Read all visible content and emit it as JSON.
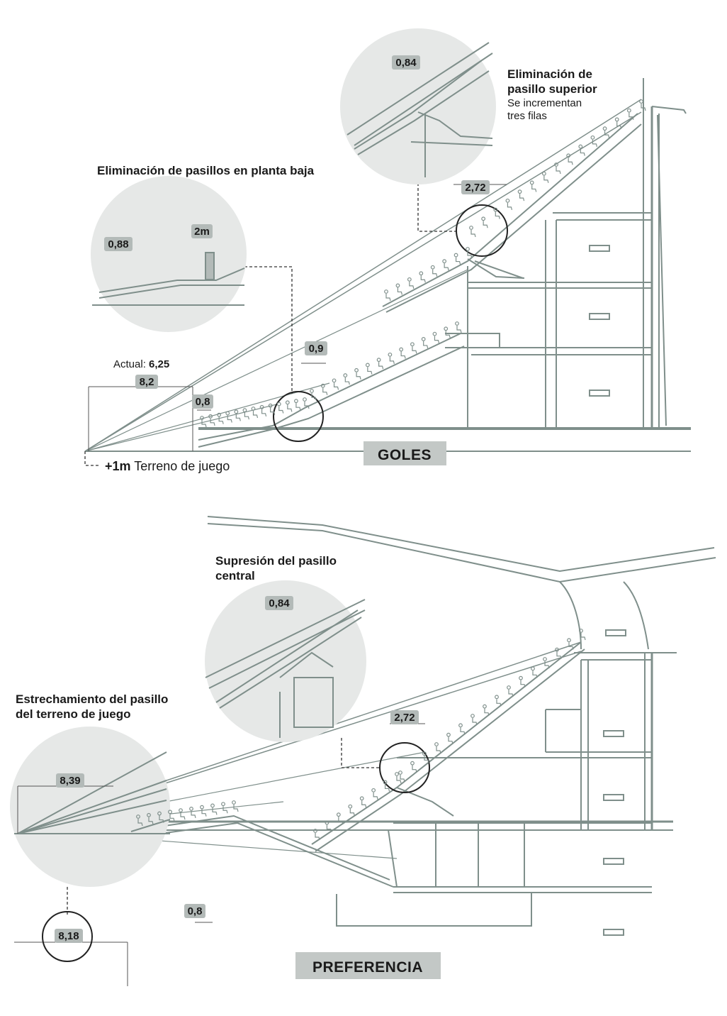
{
  "colors": {
    "structure": "#7f8f8b",
    "circle_fill": "#e6e8e7",
    "badge": "#b3bab8",
    "section_box": "#c3c8c6",
    "ink": "#1a1a1a"
  },
  "goles": {
    "section_label": "GOLES",
    "callout_top_title_1": "Eliminación de",
    "callout_top_title_2": "pasillo superior",
    "callout_top_text_1": "Se incrementan",
    "callout_top_text_2": "tres filas",
    "callout_left_title": "Eliminación de pasillos en planta baja",
    "actual_label": "Actual: ",
    "actual_value": "6,25",
    "ground_strong": "+1m",
    "ground_text": " Terreno de juego",
    "badges": {
      "top_circle": "0,84",
      "left_circle": "0,88",
      "left_circle_2": "2m",
      "upper": "2,72",
      "mid": "0,9",
      "low": "0,8",
      "distance": "8,2"
    }
  },
  "preferencia": {
    "section_label": "PREFERENCIA",
    "callout_mid_title_1": "Supresión del pasillo",
    "callout_mid_title_2": "central",
    "callout_left_title_1": "Estrechamiento del pasillo",
    "callout_left_title_2": "del terreno de juego",
    "badges": {
      "mid_circle": "0,84",
      "upper": "2,72",
      "left_circle": "8,39",
      "low": "0,8",
      "distance": "8,18"
    }
  }
}
